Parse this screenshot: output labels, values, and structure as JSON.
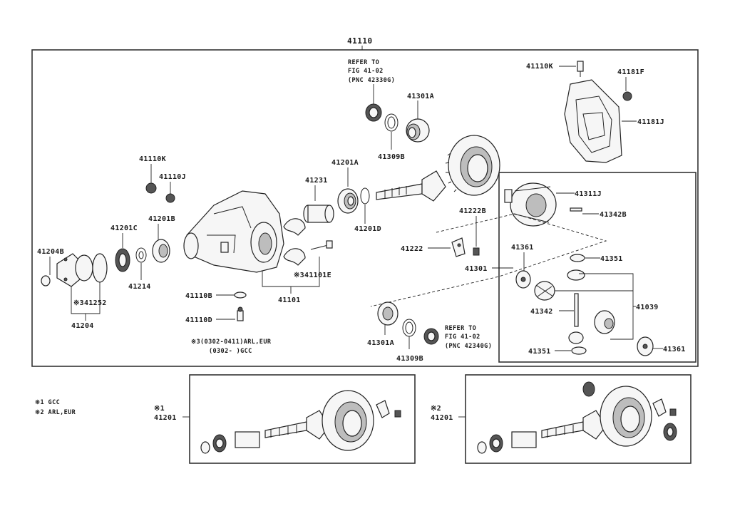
{
  "main_box": {
    "title": "41110",
    "labels": {
      "refer_top_1": "REFER TO",
      "refer_top_2": "FIG 41-02",
      "refer_top_3": "(PNC 42330G)",
      "p41301A_top": "41301A",
      "p41309B_top": "41309B",
      "p41110K_top": "41110K",
      "p41181F": "41181F",
      "p41181J": "41181J",
      "p41110K_left": "41110K",
      "p41110J": "41110J",
      "p41231": "41231",
      "p41201A": "41201A",
      "p41311J": "41311J",
      "p41342B": "41342B",
      "p41201C": "41201C",
      "p41201B": "41201B",
      "p41222B": "41222B",
      "p41201D": "41201D",
      "p41222": "41222",
      "p41361_top": "41361",
      "p41351_top": "41351",
      "p41204B": "41204B",
      "p41301": "41301",
      "p41101E": "※341101E",
      "p41214": "41214",
      "p41252": "※341252",
      "p41101": "41101",
      "p41110B": "41110B",
      "p41039": "41039",
      "p41342": "41342",
      "p41110D": "41110D",
      "p41204": "41204",
      "p41301A_bottom": "41301A",
      "p41309B_bottom": "41309B",
      "refer_bot_1": "REFER TO",
      "refer_bot_2": "FIG 41-02",
      "refer_bot_3": "(PNC 42340G)",
      "p41351_bottom": "41351",
      "p41361_bottom": "41361",
      "note3_line1": "※3(0302-0411)ARL,EUR",
      "note3_line2": "(0302-      )GCC"
    }
  },
  "legend": {
    "note1": "※1 GCC",
    "note2": "※2 ARL,EUR"
  },
  "sub_box_1": {
    "mark": "※1",
    "part": "41201"
  },
  "sub_box_2": {
    "mark": "※2",
    "part": "41201"
  }
}
